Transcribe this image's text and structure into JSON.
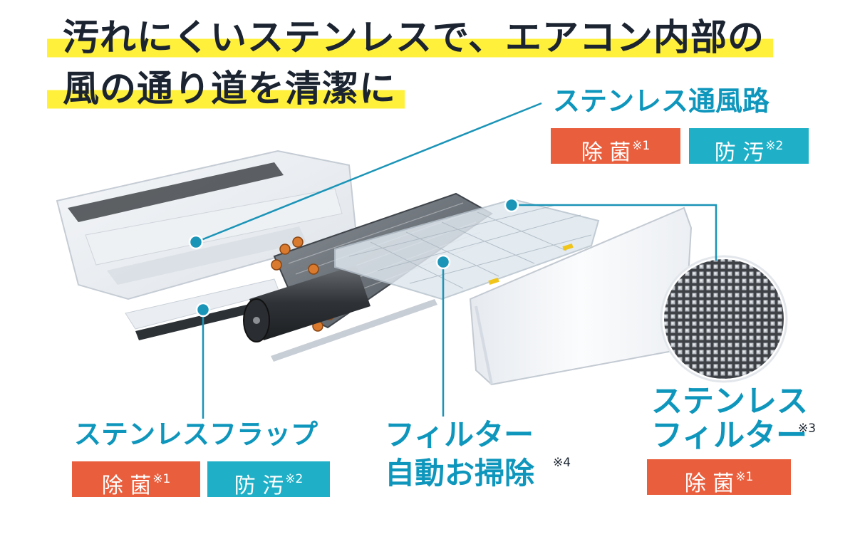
{
  "headline": {
    "line1": "汚れにくいステンレスで、エアコン内部の",
    "line2": "風の通り道を清潔に"
  },
  "callouts": {
    "passage": {
      "title": "ステンレス通風路",
      "badges": [
        {
          "label": "除 菌",
          "note": "※1",
          "color": "#e95f3e"
        },
        {
          "label": "防 汚",
          "note": "※2",
          "color": "#1fb0c7"
        }
      ]
    },
    "flap": {
      "title": "ステンレスフラップ",
      "badges": [
        {
          "label": "除 菌",
          "note": "※1",
          "color": "#e95f3e"
        },
        {
          "label": "防 汚",
          "note": "※2",
          "color": "#1fb0c7"
        }
      ]
    },
    "filter_cleaning": {
      "line1": "フィルター",
      "line2": "自動お掃除",
      "note": "※4"
    },
    "stainless_filter": {
      "line1": "ステンレス",
      "line2": "フィルター",
      "note": "※3",
      "badges": [
        {
          "label": "除 菌",
          "note": "※1",
          "color": "#e95f3e"
        }
      ]
    }
  },
  "colors": {
    "accent": "#0e96bc",
    "highlight": "#fff03c",
    "badge_red": "#e95f3e",
    "badge_teal": "#1fb0c7",
    "headline_text": "#1b2430"
  }
}
